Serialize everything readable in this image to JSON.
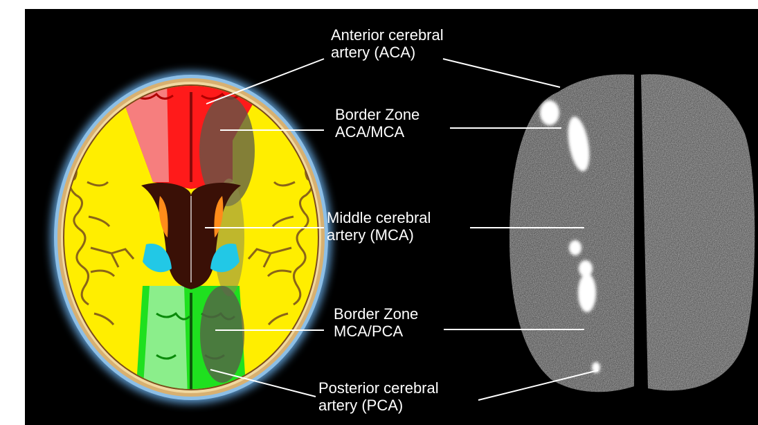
{
  "labels": {
    "aca": [
      "Anterior cerebral",
      "artery (ACA)"
    ],
    "bz_aca_mca": [
      "Border Zone",
      "ACA/MCA"
    ],
    "mca": [
      "Middle cerebral",
      "artery (MCA)"
    ],
    "bz_mca_pca": [
      "Border Zone",
      "MCA/PCA"
    ],
    "pca": [
      "Posterior cerebral",
      "artery (PCA)"
    ]
  },
  "colors": {
    "background": "#000000",
    "aca_territory": "#ff1a1a",
    "mca_territory": "#ffee00",
    "pca_territory": "#1fe01f",
    "border_zone": "#6e6a3a",
    "ventricles": "#3a1006",
    "caudate": "#ff8c1a",
    "thalamus": "#22c8e6",
    "skull": "#e8c88a",
    "scalp_glow": "#6aa6d6",
    "label_text": "#ffffff"
  }
}
